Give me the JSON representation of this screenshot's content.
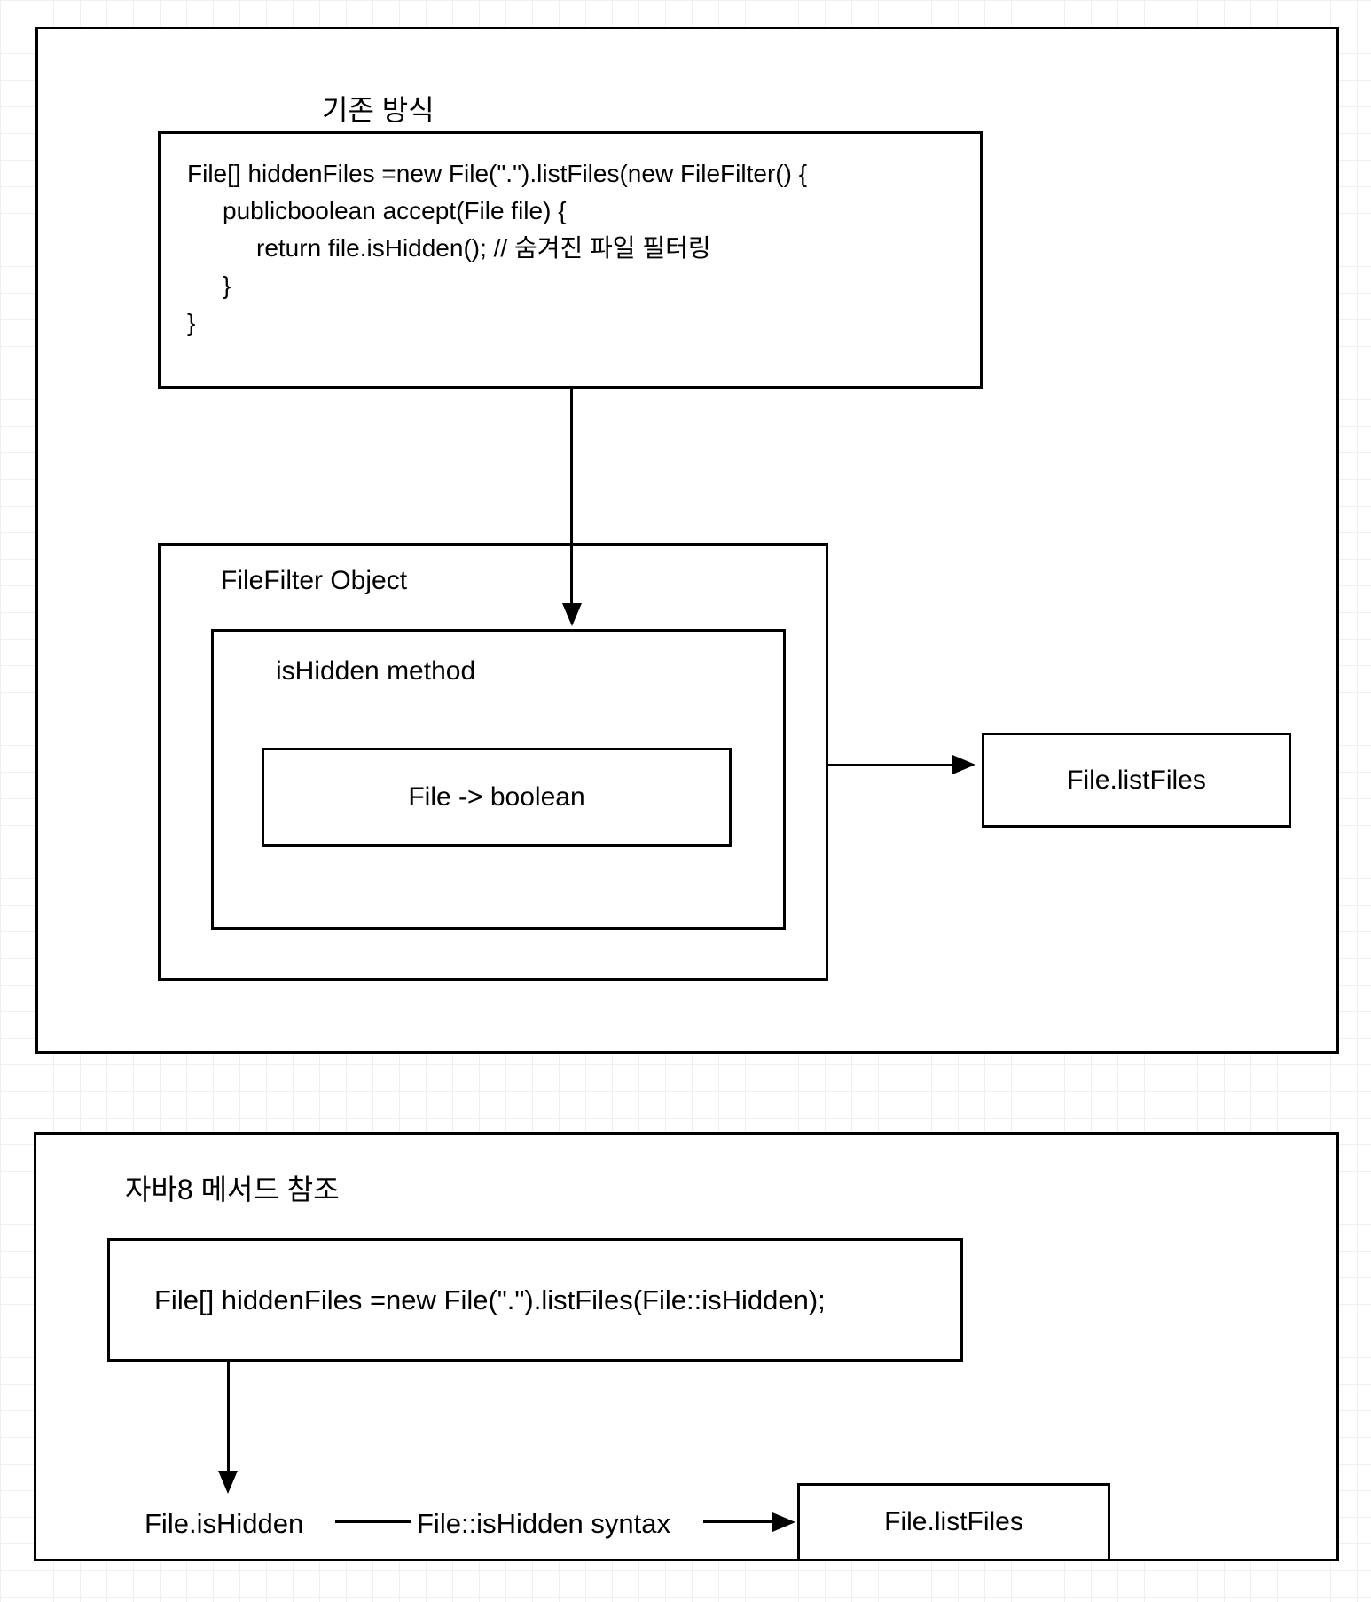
{
  "colors": {
    "line": "#000000",
    "box_fill": "#ffffff",
    "background": "#ffffff",
    "grid_line": "#efefef",
    "text": "#000000"
  },
  "top_section": {
    "title": "기존 방식",
    "code_box": {
      "lines": [
        "File[] hiddenFiles =new File(\".\").listFiles(new FileFilter() {",
        "publicboolean accept(File file) {",
        "return file.isHidden(); // 숨겨진 파일 필터링",
        "}",
        "}"
      ]
    },
    "filefilter_box_label": "FileFilter Object",
    "ishidden_box_label": "isHidden method",
    "file_to_boolean_label": "File -> boolean",
    "listfiles_label": "File.listFiles"
  },
  "bottom_section": {
    "title": "자바8 메서드 참조",
    "code_box": {
      "line": "File[] hiddenFiles =new File(\".\").listFiles(File::isHidden);"
    },
    "file_ishidden_label": "File.isHidden",
    "arrow_label": "File::isHidden syntax",
    "listfiles_label": "File.listFiles"
  }
}
